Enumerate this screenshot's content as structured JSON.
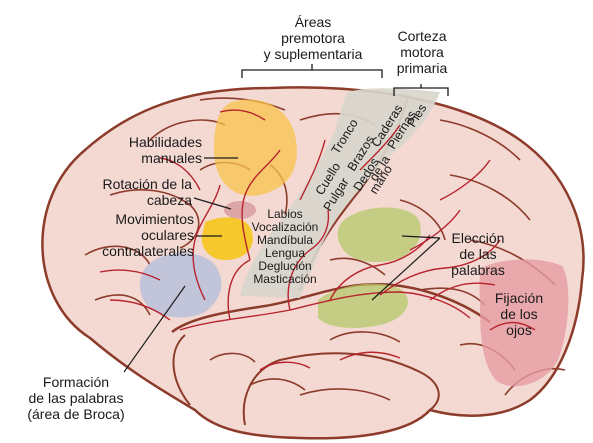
{
  "colors": {
    "brain_fill": "#f3d9d2",
    "gyrus_outline": "#8d3b2b",
    "vessel": "#b8232d",
    "motor_strip": "#d8d6cc",
    "hand_skills": "#f8c34a",
    "head_rotation": "#d89ea1",
    "eye_movements": "#f6c51b",
    "broca": "#b9c0dc",
    "word_choice": "#b6c86a",
    "gaze_fixation": "#e69ca2",
    "ink": "#1a1a1a"
  },
  "labels": {
    "premotor": [
      "Áreas",
      "premotora",
      "y suplementaria"
    ],
    "motor_cortex": [
      "Corteza",
      "motora",
      "primaria"
    ],
    "hand_skills": [
      "Habilidades",
      "manuales"
    ],
    "head_rotation": [
      "Rotación de la",
      "cabeza"
    ],
    "eye_movements": [
      "Movimientos",
      "oculares",
      "contralaterales"
    ],
    "broca": [
      "Formación",
      "de las palabras",
      "(área de Broca)"
    ],
    "word_choice": [
      "Elección",
      "de las",
      "palabras"
    ],
    "gaze_fixation": [
      "Fijación",
      "de los",
      "ojos"
    ]
  },
  "motor_map": {
    "body_parts": [
      "Cuello",
      "Tronco",
      "Pulgar",
      "Brazos",
      "Dedos",
      "Caderas",
      "Piernas",
      "Pies"
    ],
    "hand_words": [
      "de la",
      "mano"
    ],
    "face_functions": [
      "Labios",
      "Vocalización",
      "Mandíbula",
      "Lengua",
      "Deglución",
      "Masticación"
    ]
  }
}
